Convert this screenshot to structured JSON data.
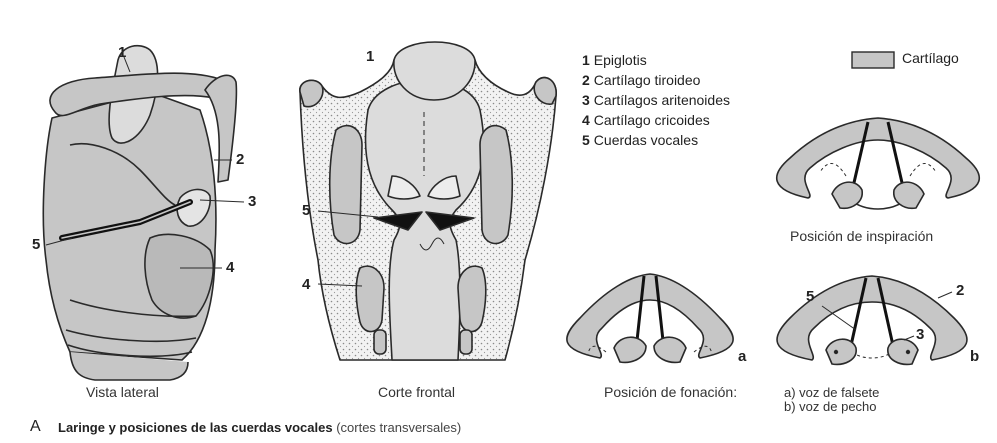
{
  "colors": {
    "cartilage": "#c6c6c6",
    "tissue": "#dcdcdc",
    "outline": "#2a2a2a",
    "stipple": "#8a8a8a"
  },
  "legend": {
    "items": [
      {
        "num": "1",
        "text": "Epiglotis"
      },
      {
        "num": "2",
        "text": "Cartílago tiroideo"
      },
      {
        "num": "3",
        "text": "Cartílagos aritenoides"
      },
      {
        "num": "4",
        "text": "Cartílago cricoides"
      },
      {
        "num": "5",
        "text": "Cuerdas vocales"
      }
    ],
    "swatch_label": "Cartílago"
  },
  "lateral": {
    "caption": "Vista lateral",
    "labels": [
      "1",
      "2",
      "3",
      "5",
      "4"
    ]
  },
  "frontal": {
    "caption": "Corte frontal",
    "labels": [
      "1",
      "5",
      "4"
    ]
  },
  "inspiration": {
    "caption": "Posición de inspiración"
  },
  "phonation": {
    "caption": "Posición de fonación:",
    "option_a": "a)  voz de falsete",
    "option_b": "b)  voz de pecho",
    "label_a": "a",
    "label_b": "b",
    "labels_b": [
      "5",
      "2",
      "3"
    ]
  },
  "footer": {
    "letter": "A",
    "title_bold": "Laringe y posiciones de las cuerdas vocales",
    "title_note": "(cortes transversales)"
  }
}
